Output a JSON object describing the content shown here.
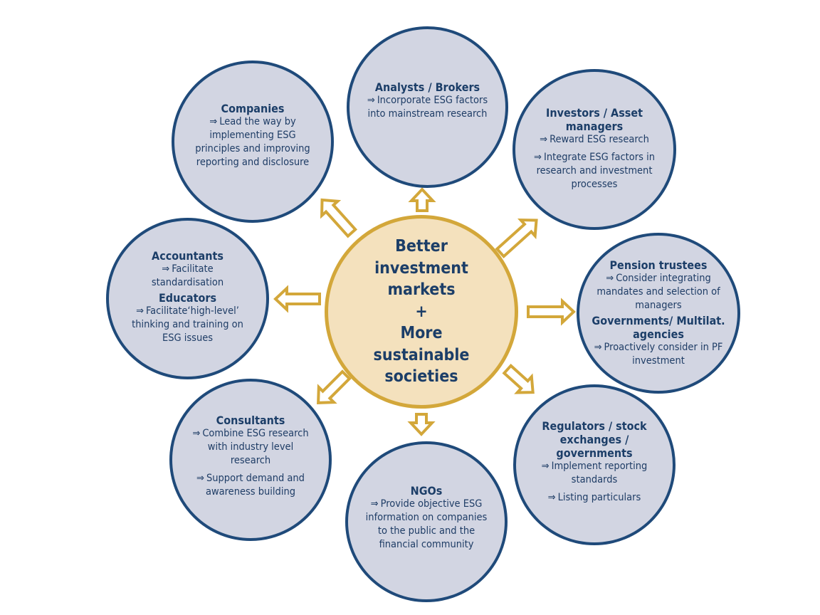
{
  "colors": {
    "node_fill": "#d2d5e2",
    "node_border": "#1f4a7a",
    "text": "#1c3e68",
    "center_fill": "#f4e1bd",
    "center_border": "#d3a73a",
    "arrow": "#d3a73a"
  },
  "center": {
    "lines": [
      "Better",
      "investment",
      "markets",
      "+",
      "More",
      "sustainable",
      "societies"
    ]
  },
  "nodes": {
    "analysts": {
      "groups": [
        {
          "title": "Analysts / Brokers",
          "items": [
            "Incorporate ESG factors into mainstream research"
          ]
        }
      ]
    },
    "companies": {
      "groups": [
        {
          "title": "Companies",
          "items": [
            "Lead the way by implementing ESG principles and improving reporting and disclosure"
          ]
        }
      ]
    },
    "investors": {
      "groups": [
        {
          "title": "Investors / Asset managers",
          "items": [
            "Reward ESG research",
            "Integrate ESG factors in research and investment processes"
          ]
        }
      ]
    },
    "accountants": {
      "groups": [
        {
          "title": "Accountants",
          "items": [
            "Facilitate standardisation"
          ]
        },
        {
          "title": "Educators",
          "items": [
            "Facilitate‘high-level’ thinking and training on ESG issues"
          ]
        }
      ]
    },
    "pension": {
      "groups": [
        {
          "title": "Pension trustees",
          "items": [
            "Consider integrating mandates and selection of managers"
          ]
        },
        {
          "title": "Governments/ Multilat. agencies",
          "items": [
            "Proactively consider in PF investment"
          ]
        }
      ]
    },
    "consultants": {
      "groups": [
        {
          "title": "Consultants",
          "items": [
            "Combine ESG research with industry level research",
            "Support demand and awareness building"
          ]
        }
      ]
    },
    "ngos": {
      "groups": [
        {
          "title": "NGOs",
          "items": [
            "Provide objective ESG information on companies to the public and the financial community"
          ]
        }
      ]
    },
    "regulators": {
      "groups": [
        {
          "title": "Regulators / stock exchanges / governments",
          "items": [
            "Implement reporting standards",
            "Listing particulars"
          ]
        }
      ]
    }
  },
  "arrow_symbol": "⇒"
}
